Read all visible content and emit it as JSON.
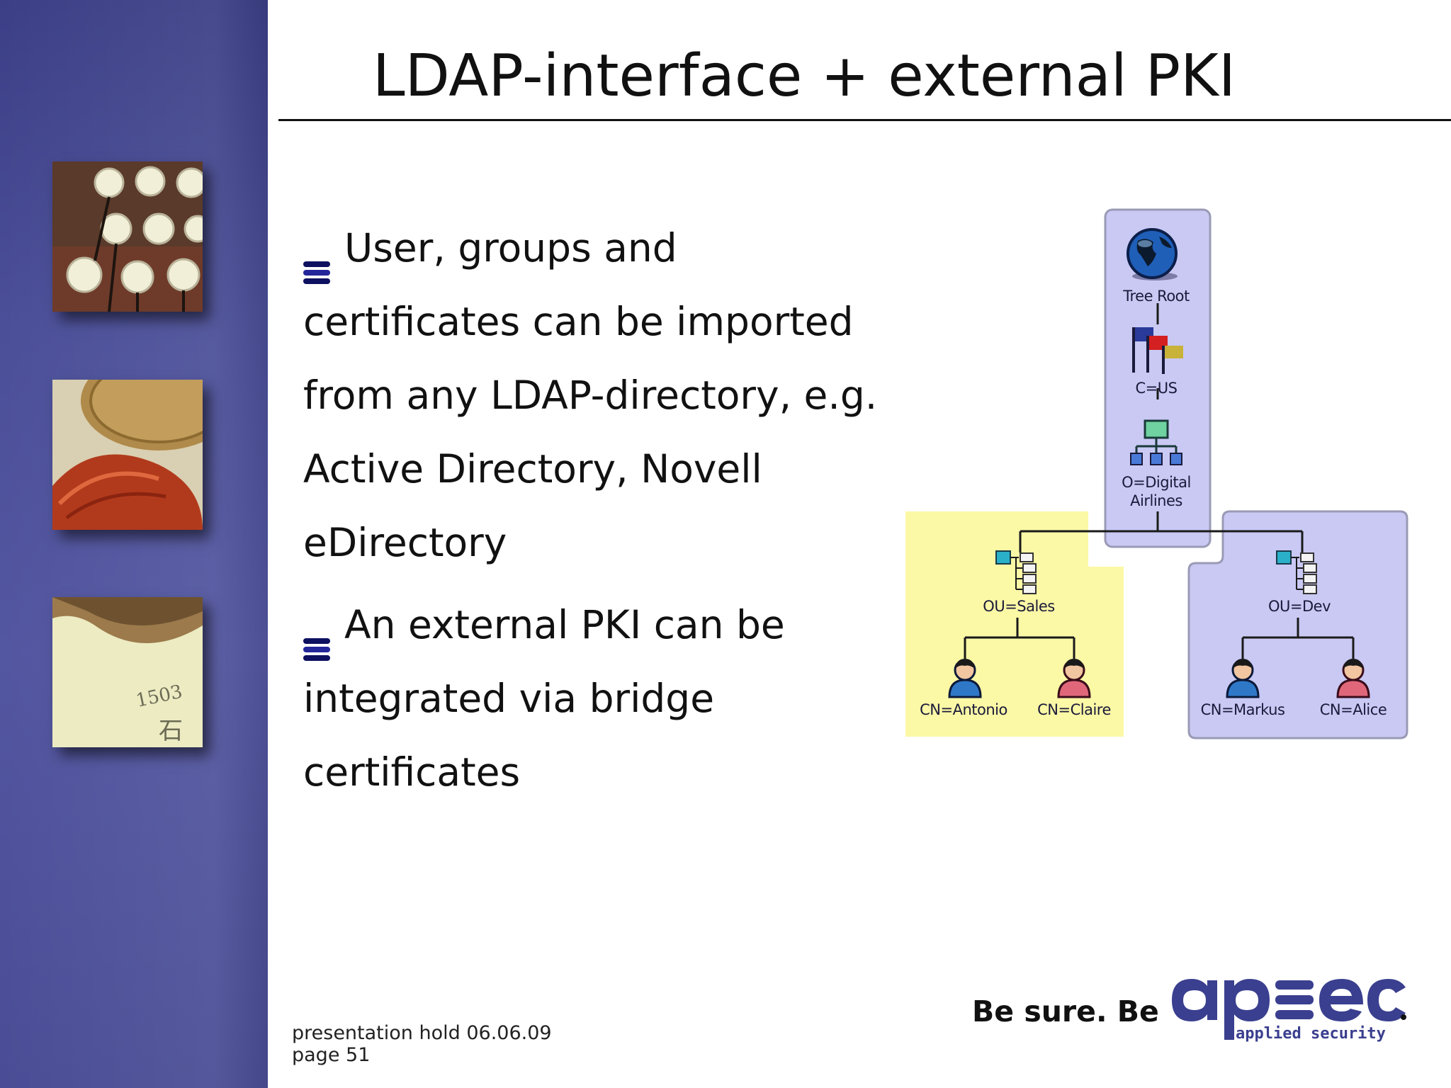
{
  "slide": {
    "title": "LDAP-interface + external PKI",
    "bullets": [
      "User, groups and certificates can be imported from any LDAP-directory, e.g. Active Directory, Novell eDirectory",
      "An external PKI can be integrated via bridge certificates"
    ]
  },
  "footer": {
    "line1": "presentation hold 06.06.09",
    "line2": "page 51"
  },
  "brand": {
    "tagline": "Be sure. Be",
    "logo_word": "apsec",
    "logo_sub": "applied security",
    "colors": {
      "logo": "#3a3f8f",
      "sidebar": "#4b4f98"
    }
  },
  "diagram": {
    "root": "Tree Root",
    "country": "C=US",
    "org_line1": "O=Digital",
    "org_line2": "Airlines",
    "ou_left": "OU=Sales",
    "ou_right": "OU=Dev",
    "users": [
      "CN=Antonio",
      "CN=Claire",
      "CN=Markus",
      "CN=Alice"
    ],
    "colors": {
      "lavender": "#c9c9f4",
      "yellow": "#fbf8a6"
    }
  },
  "icons": [
    "globe-icon",
    "flags-icon",
    "org-chart-icon",
    "ou-container-icon",
    "user-icon",
    "bullet-icon"
  ]
}
